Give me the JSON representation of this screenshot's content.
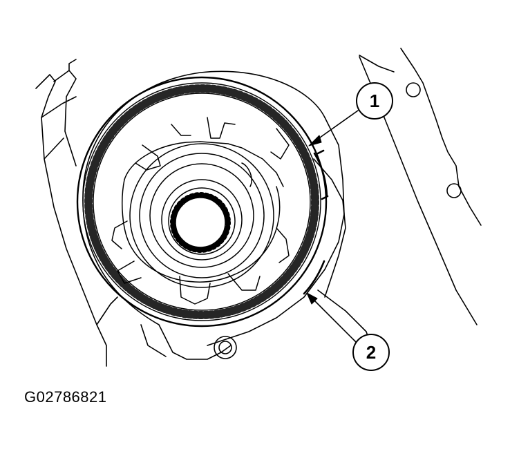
{
  "figure": {
    "id_label": "G02786821"
  },
  "callouts": [
    {
      "number": "1",
      "points_to": "snap-ring-upper"
    },
    {
      "number": "2",
      "points_to": "snap-ring-lower"
    }
  ]
}
